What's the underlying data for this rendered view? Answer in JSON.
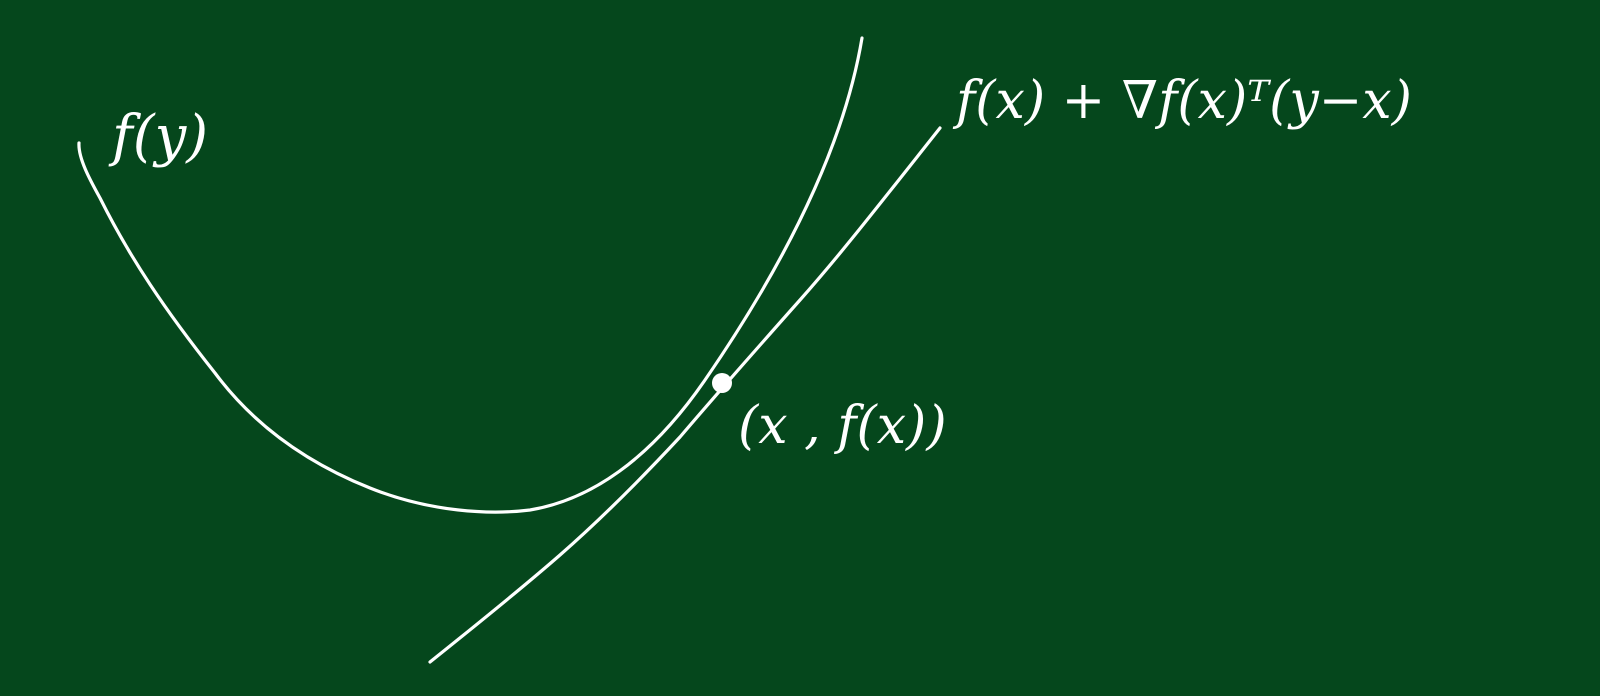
{
  "board": {
    "background": "#05471c",
    "ink": "#ffffff"
  },
  "labels": {
    "function": "f(y)",
    "tangent": "f(x) + ∇f(x)ᵀ(y−x)",
    "point": "(x , f(x))"
  }
}
